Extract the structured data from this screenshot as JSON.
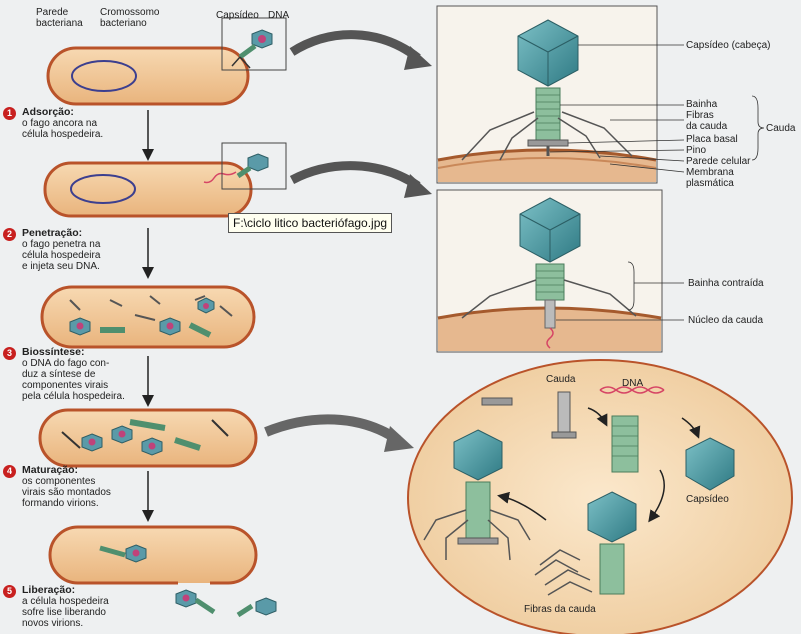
{
  "top_labels": {
    "parede": [
      "Parede",
      "bacteriana"
    ],
    "cromossomo": [
      "Cromossomo",
      "bacteriano"
    ],
    "capsideo": "Capsídeo",
    "dna": "DNA"
  },
  "steps": [
    {
      "num": "1",
      "title": "Adsorção:",
      "lines": [
        "o fago ancora na",
        "célula hospedeira."
      ]
    },
    {
      "num": "2",
      "title": "Penetração:",
      "lines": [
        "o fago penetra na",
        "célula hospedeira",
        "e injeta seu DNA."
      ]
    },
    {
      "num": "3",
      "title": "Biossíntese:",
      "lines": [
        "o DNA do fago con-",
        "duz a síntese de",
        "componentes virais",
        "pela célula hospedeira."
      ]
    },
    {
      "num": "4",
      "title": "Maturação:",
      "lines": [
        "os componentes",
        "virais são montados",
        "formando virions."
      ]
    },
    {
      "num": "5",
      "title": "Liberação:",
      "lines": [
        "a célula hospedeira",
        "sofre lise liberando",
        "novos virions."
      ]
    }
  ],
  "panel1": {
    "capsideo_cabeca": "Capsídeo (cabeça)",
    "bainha": "Bainha",
    "fibras": [
      "Fibras",
      "da cauda"
    ],
    "placa": "Placa basal",
    "pino": "Pino",
    "cauda": "Cauda",
    "parede_celular": "Parede celular",
    "membrana": [
      "Membrana",
      "plasmática"
    ]
  },
  "panel2": {
    "bainha_contraida": "Bainha contraída",
    "nucleo": "Núcleo da cauda"
  },
  "circle": {
    "cauda": "Cauda",
    "dna": "DNA",
    "capsideo": "Capsídeo",
    "fibras": "Fibras da cauda"
  },
  "tooltip": "F:\\ciclo litico bacteriófago.jpg",
  "colors": {
    "cell_fill": "#f2c897",
    "cell_stroke": "#b9532a",
    "capsid": "#4f9aa3",
    "tail": "#7fb28f",
    "number_badge": "#c8201f"
  }
}
